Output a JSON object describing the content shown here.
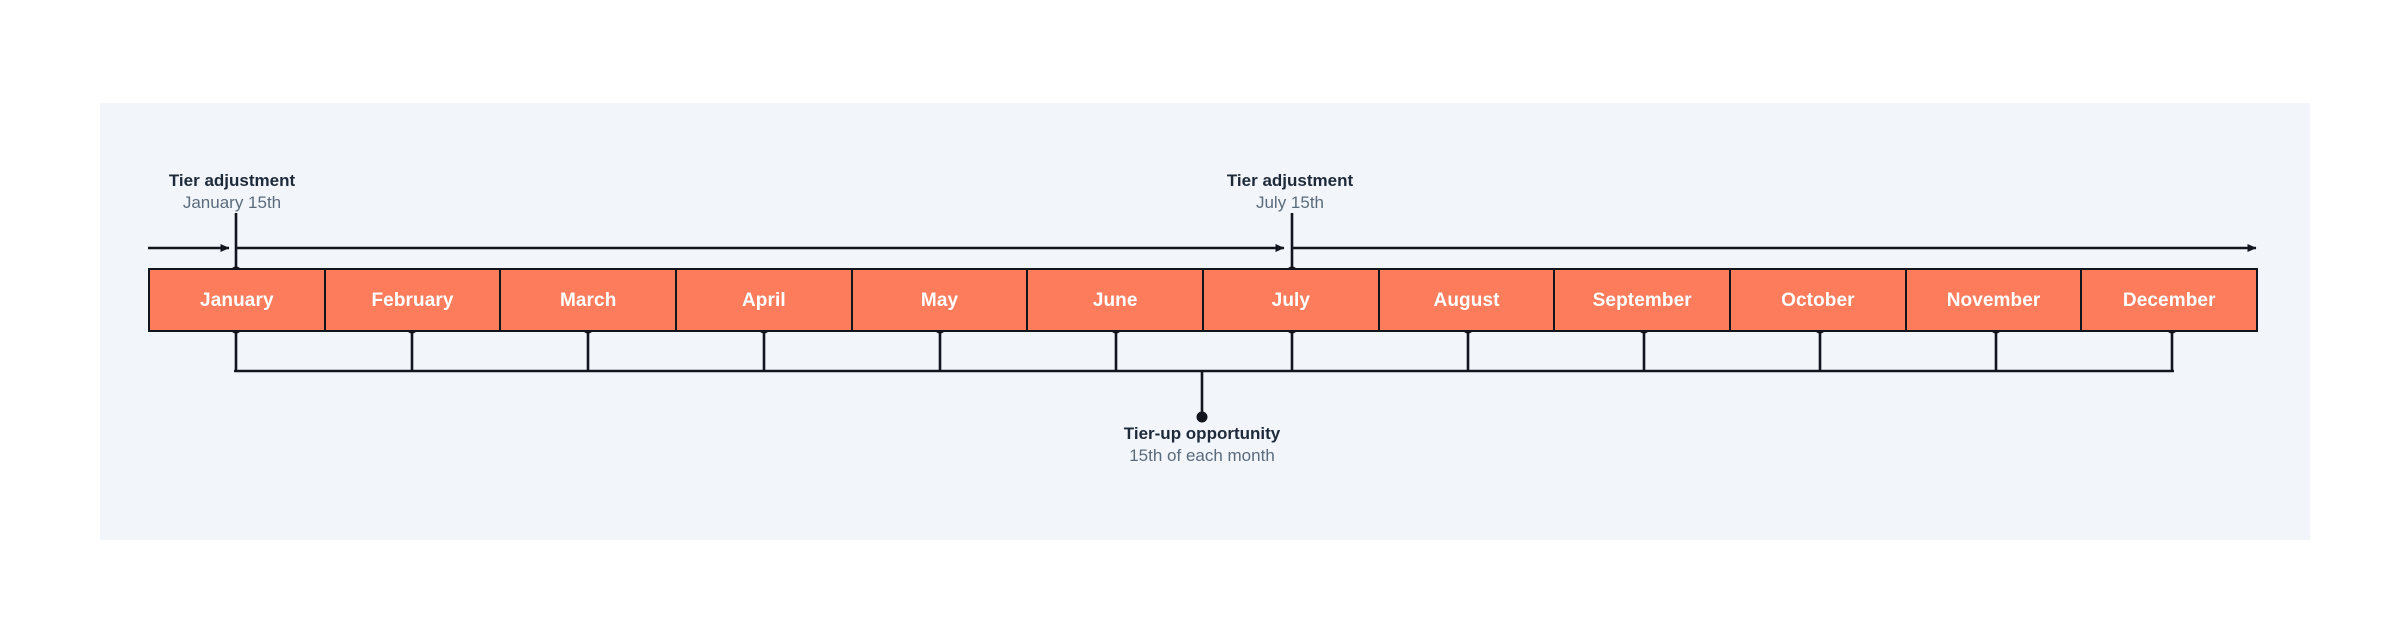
{
  "diagram": {
    "title_semantic": "membership-tier-timeline",
    "colors": {
      "page_background": "#FFFFFF",
      "panel_background": "#F2F6FA",
      "month_fill": "#FC7C5C",
      "stroke": "#11161E",
      "month_label_text": "#FFFFFF",
      "annotation_title_text": "#1E2A3A",
      "annotation_subtitle_text": "#5B6B7C"
    }
  },
  "timeline": {
    "months": [
      {
        "label": "January",
        "marker_top": true,
        "marker_bottom": true
      },
      {
        "label": "February",
        "marker_top": false,
        "marker_bottom": true
      },
      {
        "label": "March",
        "marker_top": false,
        "marker_bottom": true
      },
      {
        "label": "April",
        "marker_top": false,
        "marker_bottom": true
      },
      {
        "label": "May",
        "marker_top": false,
        "marker_bottom": true
      },
      {
        "label": "June",
        "marker_top": false,
        "marker_bottom": true
      },
      {
        "label": "July",
        "marker_top": true,
        "marker_bottom": true
      },
      {
        "label": "August",
        "marker_top": false,
        "marker_bottom": true
      },
      {
        "label": "September",
        "marker_top": false,
        "marker_bottom": true
      },
      {
        "label": "October",
        "marker_top": false,
        "marker_bottom": true
      },
      {
        "label": "November",
        "marker_top": false,
        "marker_bottom": true
      },
      {
        "label": "December",
        "marker_top": false,
        "marker_bottom": true
      }
    ]
  },
  "annotations": {
    "tier_adjustment_january": {
      "title": "Tier adjustment",
      "subtitle": "January 15th"
    },
    "tier_adjustment_july": {
      "title": "Tier adjustment",
      "subtitle": "July 15th"
    },
    "tier_up_opportunity": {
      "title": "Tier-up opportunity",
      "subtitle": "15th of each month"
    }
  }
}
